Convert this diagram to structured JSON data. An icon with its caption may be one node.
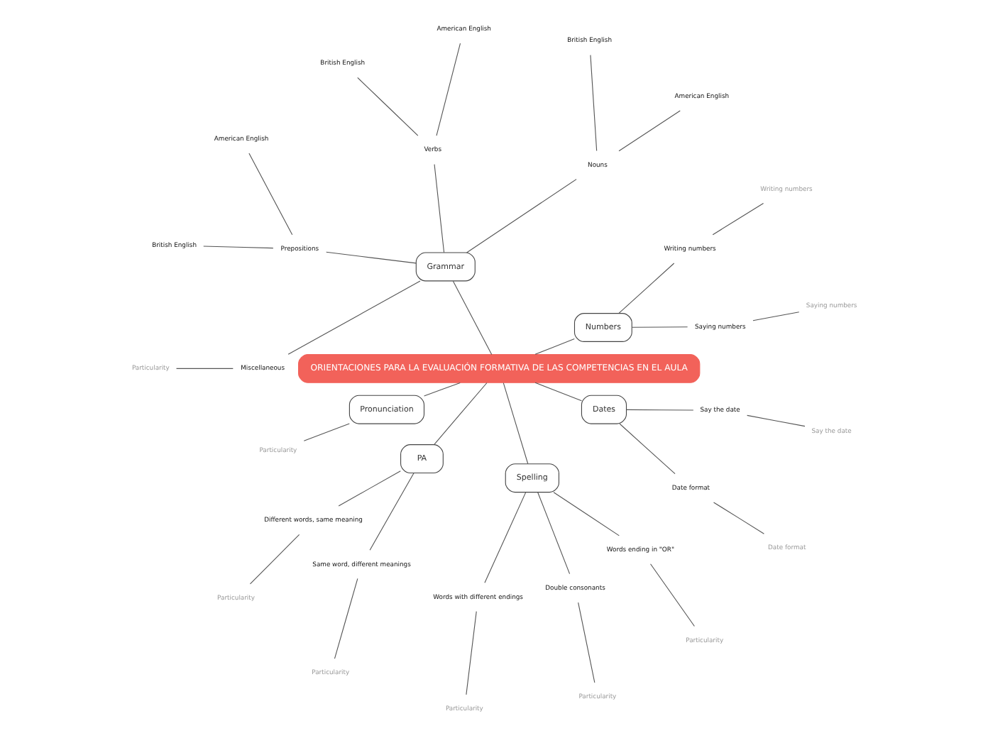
{
  "diagram": {
    "nodes": [
      {
        "text": [
          "ORIENTACIONES PARA LA EVALUACIÓN FORMATIVA DE LAS COMPETENCIAS EN EL AULA"
        ]
      },
      {
        "text": [
          "Numbers"
        ]
      },
      {
        "text": [
          "Saying numbers"
        ]
      },
      {
        "text": [
          "Saying numbers"
        ]
      },
      {
        "text": [
          "Writing numbers"
        ]
      },
      {
        "text": [
          "Writing numbers"
        ]
      },
      {
        "text": [
          "Grammar"
        ]
      },
      {
        "text": [
          "Nouns"
        ]
      },
      {
        "text": [
          "American English"
        ]
      },
      {
        "text": [
          "British English"
        ]
      },
      {
        "text": [
          "Verbs"
        ]
      },
      {
        "text": [
          "American English"
        ]
      },
      {
        "text": [
          "British English"
        ]
      },
      {
        "text": [
          "Prepositions"
        ]
      },
      {
        "text": [
          "American English"
        ]
      },
      {
        "text": [
          "British English"
        ]
      },
      {
        "text": [
          "Miscellaneous"
        ]
      },
      {
        "text": [
          "Particularity"
        ]
      },
      {
        "text": [
          "Pronunciation"
        ]
      },
      {
        "text": [
          "Particularity"
        ]
      },
      {
        "text": [
          "PA"
        ]
      },
      {
        "text": [
          "Different words, same meaning"
        ]
      },
      {
        "text": [
          "Particularity"
        ]
      },
      {
        "text": [
          "Same word, different meanings"
        ]
      },
      {
        "text": [
          "Particularity"
        ]
      },
      {
        "text": [
          "Spelling"
        ]
      },
      {
        "text": [
          "Words with different endings"
        ]
      },
      {
        "text": [
          "Particularity"
        ]
      },
      {
        "text": [
          "Double consonants"
        ]
      },
      {
        "text": [
          "Particularity"
        ]
      },
      {
        "text": [
          "Words ending in \"OR\""
        ]
      },
      {
        "text": [
          "Particularity"
        ]
      },
      {
        "text": [
          "Dates"
        ]
      },
      {
        "text": [
          "Date format"
        ]
      },
      {
        "text": [
          "Date format"
        ]
      },
      {
        "text": [
          "Say the date"
        ]
      },
      {
        "text": [
          "Say the date"
        ]
      }
    ],
    "edges": [
      {
        "from": 0,
        "to": 1,
        "arrow": "none"
      },
      {
        "from": 1,
        "to": 2,
        "arrow": "none"
      },
      {
        "from": 2,
        "to": 3,
        "arrow": "none"
      },
      {
        "from": 1,
        "to": 4,
        "arrow": "none"
      },
      {
        "from": 4,
        "to": 5,
        "arrow": "none"
      },
      {
        "from": 0,
        "to": 6,
        "arrow": "none"
      },
      {
        "from": 6,
        "to": 7,
        "arrow": "none"
      },
      {
        "from": 7,
        "to": 8,
        "arrow": "none"
      },
      {
        "from": 7,
        "to": 9,
        "arrow": "none"
      },
      {
        "from": 6,
        "to": 10,
        "arrow": "none"
      },
      {
        "from": 10,
        "to": 11,
        "arrow": "none"
      },
      {
        "from": 10,
        "to": 12,
        "arrow": "none"
      },
      {
        "from": 6,
        "to": 13,
        "arrow": "none"
      },
      {
        "from": 13,
        "to": 14,
        "arrow": "none"
      },
      {
        "from": 13,
        "to": 15,
        "arrow": "none"
      },
      {
        "from": 6,
        "to": 16,
        "arrow": "none"
      },
      {
        "from": 16,
        "to": 17,
        "arrow": "none"
      },
      {
        "from": 0,
        "to": 18,
        "arrow": "none"
      },
      {
        "from": 18,
        "to": 19,
        "arrow": "none"
      },
      {
        "from": 0,
        "to": 20,
        "arrow": "none"
      },
      {
        "from": 20,
        "to": 21,
        "arrow": "none"
      },
      {
        "from": 21,
        "to": 22,
        "arrow": "none"
      },
      {
        "from": 20,
        "to": 23,
        "arrow": "none"
      },
      {
        "from": 23,
        "to": 24,
        "arrow": "none"
      },
      {
        "from": 0,
        "to": 25,
        "arrow": "none"
      },
      {
        "from": 25,
        "to": 26,
        "arrow": "none"
      },
      {
        "from": 26,
        "to": 27,
        "arrow": "none"
      },
      {
        "from": 25,
        "to": 28,
        "arrow": "none"
      },
      {
        "from": 28,
        "to": 29,
        "arrow": "none"
      },
      {
        "from": 25,
        "to": 30,
        "arrow": "none"
      },
      {
        "from": 30,
        "to": 31,
        "arrow": "none"
      },
      {
        "from": 0,
        "to": 32,
        "arrow": "none"
      },
      {
        "from": 32,
        "to": 33,
        "arrow": "none"
      },
      {
        "from": 33,
        "to": 34,
        "arrow": "none"
      },
      {
        "from": 32,
        "to": 35,
        "arrow": "none"
      },
      {
        "from": 35,
        "to": 36,
        "arrow": "none"
      }
    ]
  }
}
